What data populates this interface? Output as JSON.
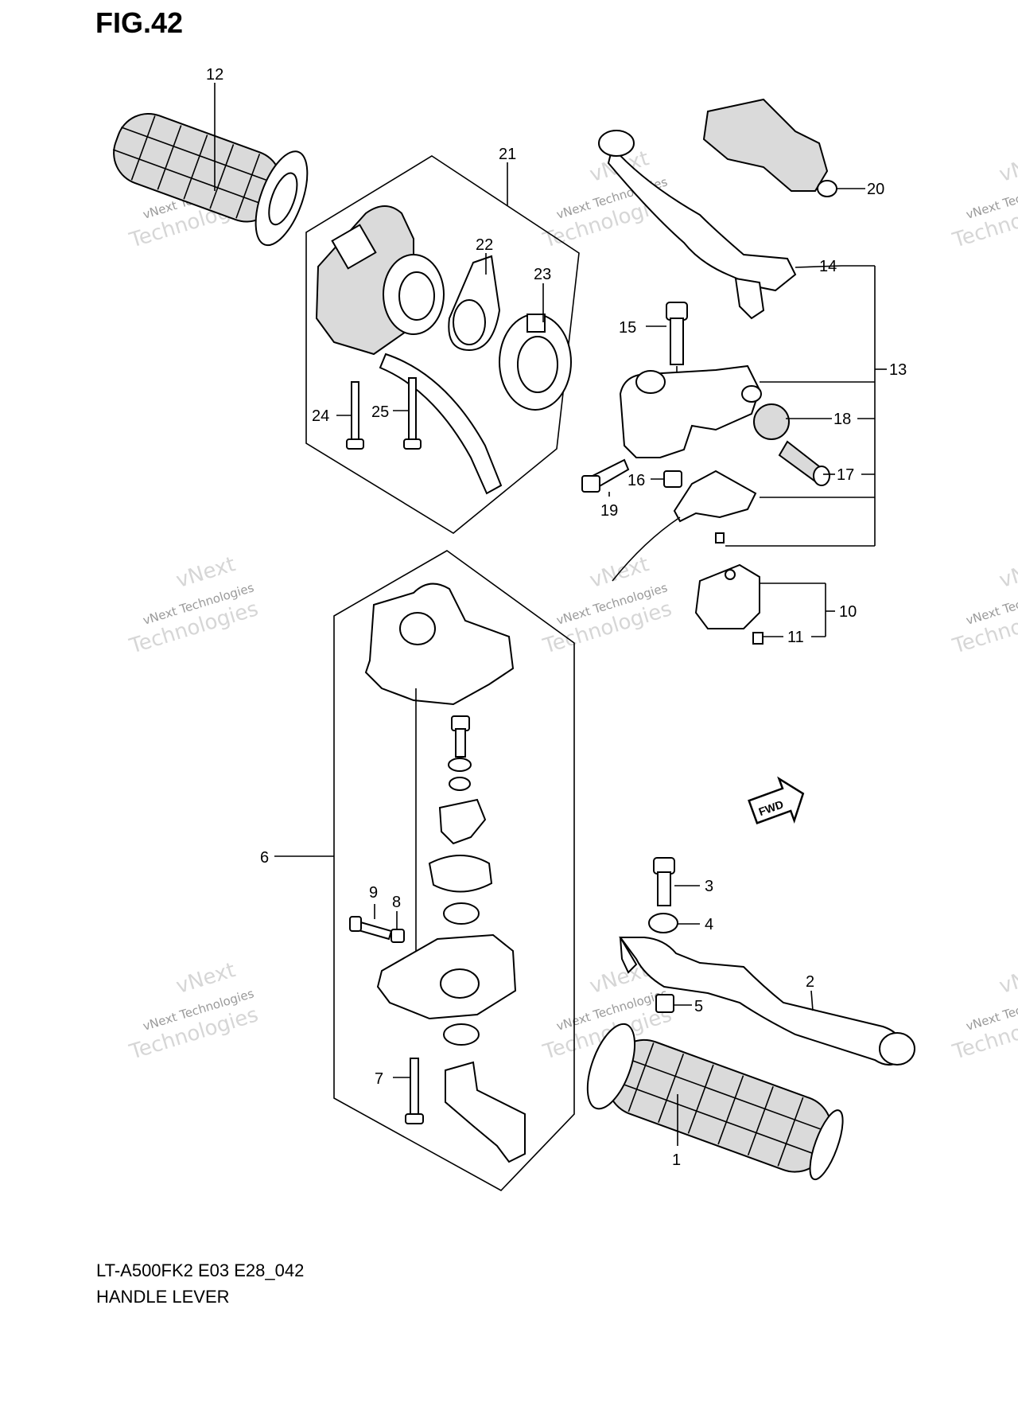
{
  "figure": {
    "title": "FIG.42",
    "model_code": "LT-A500FK2 E03 E28_042",
    "diagram_name": "HANDLE LEVER"
  },
  "watermark": {
    "line1": "vNext",
    "line2": "vNext Technologies",
    "line3": "Technologies"
  },
  "callouts": [
    "1",
    "2",
    "3",
    "4",
    "5",
    "6",
    "7",
    "8",
    "9",
    "10",
    "11",
    "12",
    "13",
    "14",
    "15",
    "16",
    "17",
    "18",
    "19",
    "20",
    "21",
    "22",
    "23",
    "24",
    "25"
  ],
  "fwd_label": "FWD"
}
